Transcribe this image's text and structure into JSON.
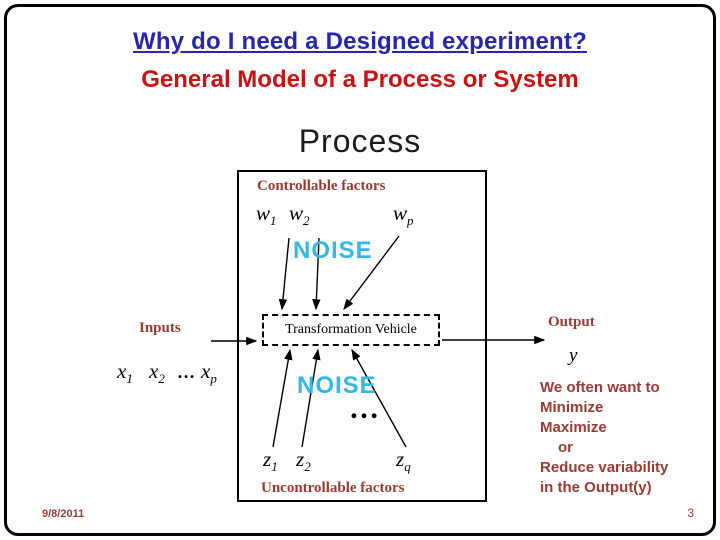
{
  "slide": {
    "title": "Why do I need a Designed experiment?",
    "subtitle": "General Model of a Process or System",
    "heading": "Process",
    "date": "9/8/2011",
    "page_number": "3"
  },
  "diagram": {
    "controllable_label": "Controllable factors",
    "uncontrollable_label": "Uncontrollable factors",
    "inputs_label": "Inputs",
    "output_label": "Output",
    "transformation_label": "Transformation Vehicle",
    "noise_top": "NOISE",
    "noise_bottom": "NOISE",
    "x_dots": "…",
    "dots": "…",
    "vars": {
      "w1": {
        "base": "w",
        "sub": "1"
      },
      "w2": {
        "base": "w",
        "sub": "2"
      },
      "wp": {
        "base": "w",
        "sub": "p"
      },
      "x1": {
        "base": "x",
        "sub": "1"
      },
      "x2": {
        "base": "x",
        "sub": "2"
      },
      "xp": {
        "base": "x",
        "sub": "p"
      },
      "z1": {
        "base": "z",
        "sub": "1"
      },
      "z2": {
        "base": "z",
        "sub": "2"
      },
      "zq": {
        "base": "z",
        "sub": "q"
      },
      "y": {
        "base": "y"
      }
    }
  },
  "annotation": {
    "lines": [
      "We often want to",
      "Minimize",
      "Maximize",
      "or",
      "Reduce variability",
      "in the Output(y)"
    ]
  },
  "colors": {
    "title_blue": "#2626b0",
    "accent_red": "#cc1111",
    "label_maroon": "#9c3a32",
    "noise_cyan": "#33b8e8"
  }
}
